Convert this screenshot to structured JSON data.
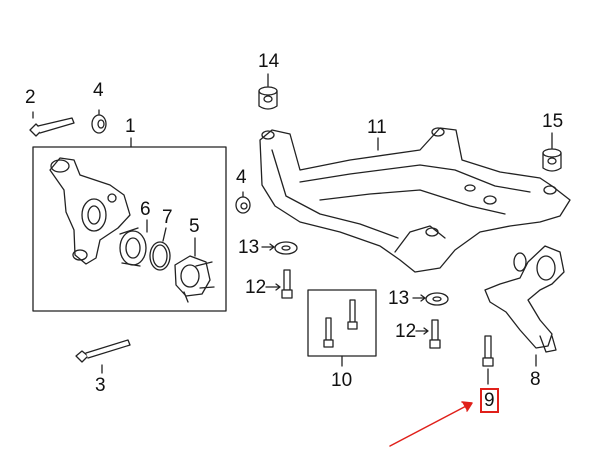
{
  "labels": {
    "l1": "1",
    "l2": "2",
    "l3": "3",
    "l4a": "4",
    "l4b": "4",
    "l5": "5",
    "l6": "6",
    "l7": "7",
    "l8": "8",
    "l9": "9",
    "l10": "10",
    "l11": "11",
    "l12a": "12",
    "l12b": "12",
    "l13a": "13",
    "l13b": "13",
    "l14": "14",
    "l15": "15"
  },
  "highlight": {
    "label": "9",
    "color": "#e0201a"
  }
}
